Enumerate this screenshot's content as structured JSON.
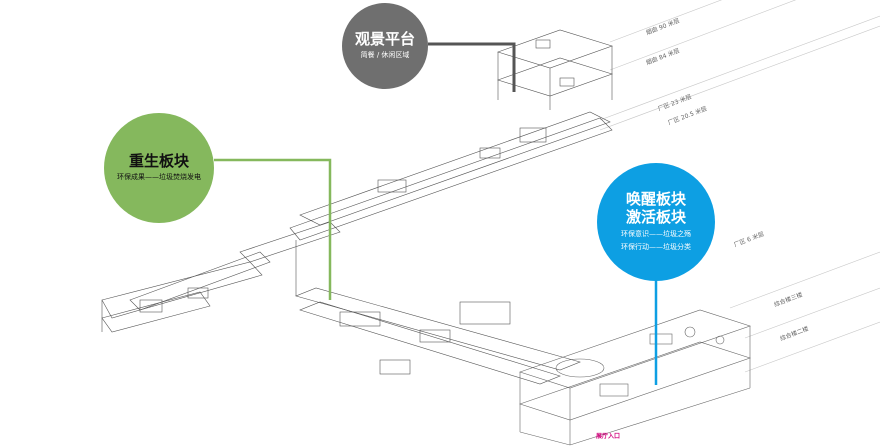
{
  "callouts": {
    "viewing_platform": {
      "title": "观景平台",
      "subtitle": "简餐 / 休闲区域",
      "color": "#6f6f6f"
    },
    "rebirth": {
      "title": "重生板块",
      "subtitle": "环保成果——垃圾焚烧发电",
      "color": "#85b85d"
    },
    "awakening": {
      "title_line1": "唤醒板块",
      "title_line2": "激活板块",
      "sub_line1": "环保意识——垃圾之殇",
      "sub_line2": "环保行动——垃圾分类",
      "color": "#0d9fe3"
    }
  },
  "floor_labels": {
    "l1": "烟囱 90 米层",
    "l2": "烟囱 84 米层",
    "l3": "厂区 23 米层",
    "l4": "厂区 20.5 米层",
    "l5": "厂区 6 米层",
    "l6": "综合楼三楼",
    "l7": "综合楼二楼"
  },
  "entrance_label": "展厅入口",
  "accent_color": "#d1007a"
}
